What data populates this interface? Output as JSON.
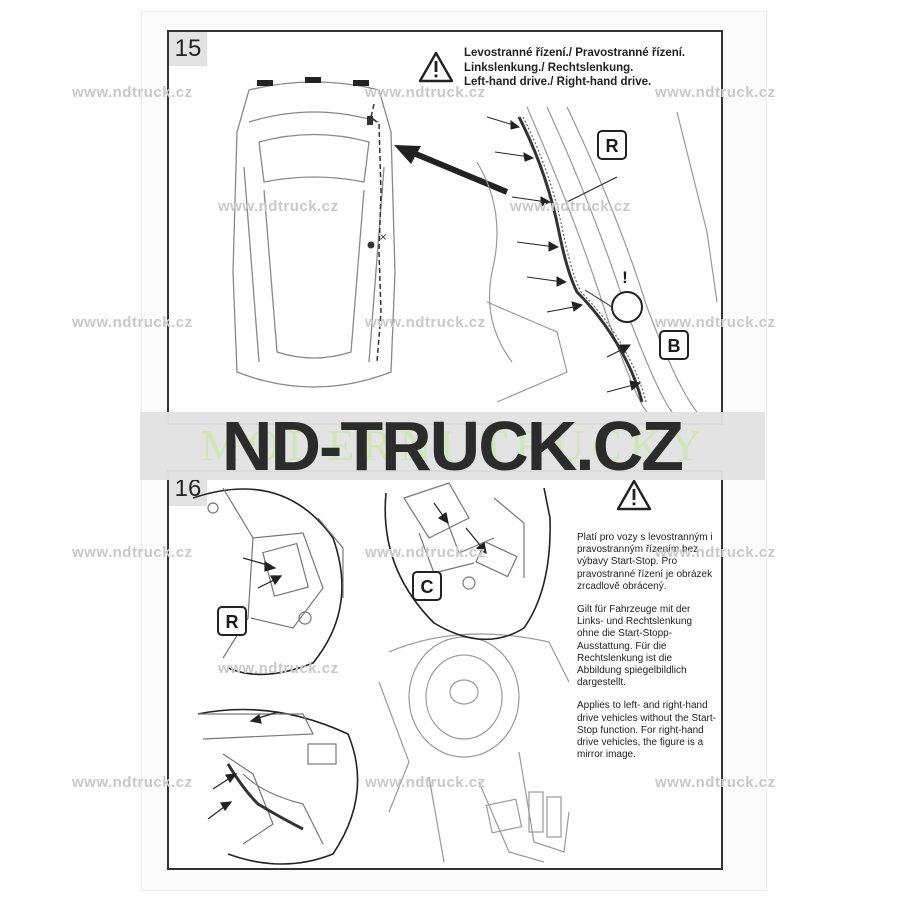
{
  "watermarks": {
    "small_text": "www.ndtruck.cz",
    "banner_text": "ND-TRUCK.CZ",
    "banner_ghost_text": "MODERNI TRUCKY"
  },
  "step15": {
    "number": "15",
    "header_lines": [
      "Levostranné řízení./ Pravostranné řízení.",
      "Linkslenkung./ Rechtslenkung.",
      "Left-hand drive./ Right-hand drive."
    ],
    "callout_r": "R",
    "callout_b": "B",
    "callout_attention": "!",
    "warning_icon": "warning-triangle-icon"
  },
  "step16": {
    "number": "16",
    "callout_r": "R",
    "callout_c": "C",
    "warning_icon": "warning-triangle-icon",
    "info_paragraphs": [
      "Platí pro vozy s levostranným i pravostranným řízením bez výbavy Start-Stop. Pro pravostranné řízení je obrázek zrcadlově obrácený.",
      "Gilt für Fahrzeuge mit der Links- und Rechtslenkung ohne die Start-Stopp-Ausstattung. Für die Rechtslenkung ist die Abbildung spiegelbildlich dargestellt.",
      "Applies to left- and right-hand drive vehicles without the Start-Stop function. For right-hand drive vehicles, the figure is a mirror image."
    ]
  },
  "colors": {
    "frame": "#333333",
    "watermark": "#c9c9c9",
    "banner_bg": "#e2e2e2",
    "banner_text": "#2b2b2b"
  }
}
